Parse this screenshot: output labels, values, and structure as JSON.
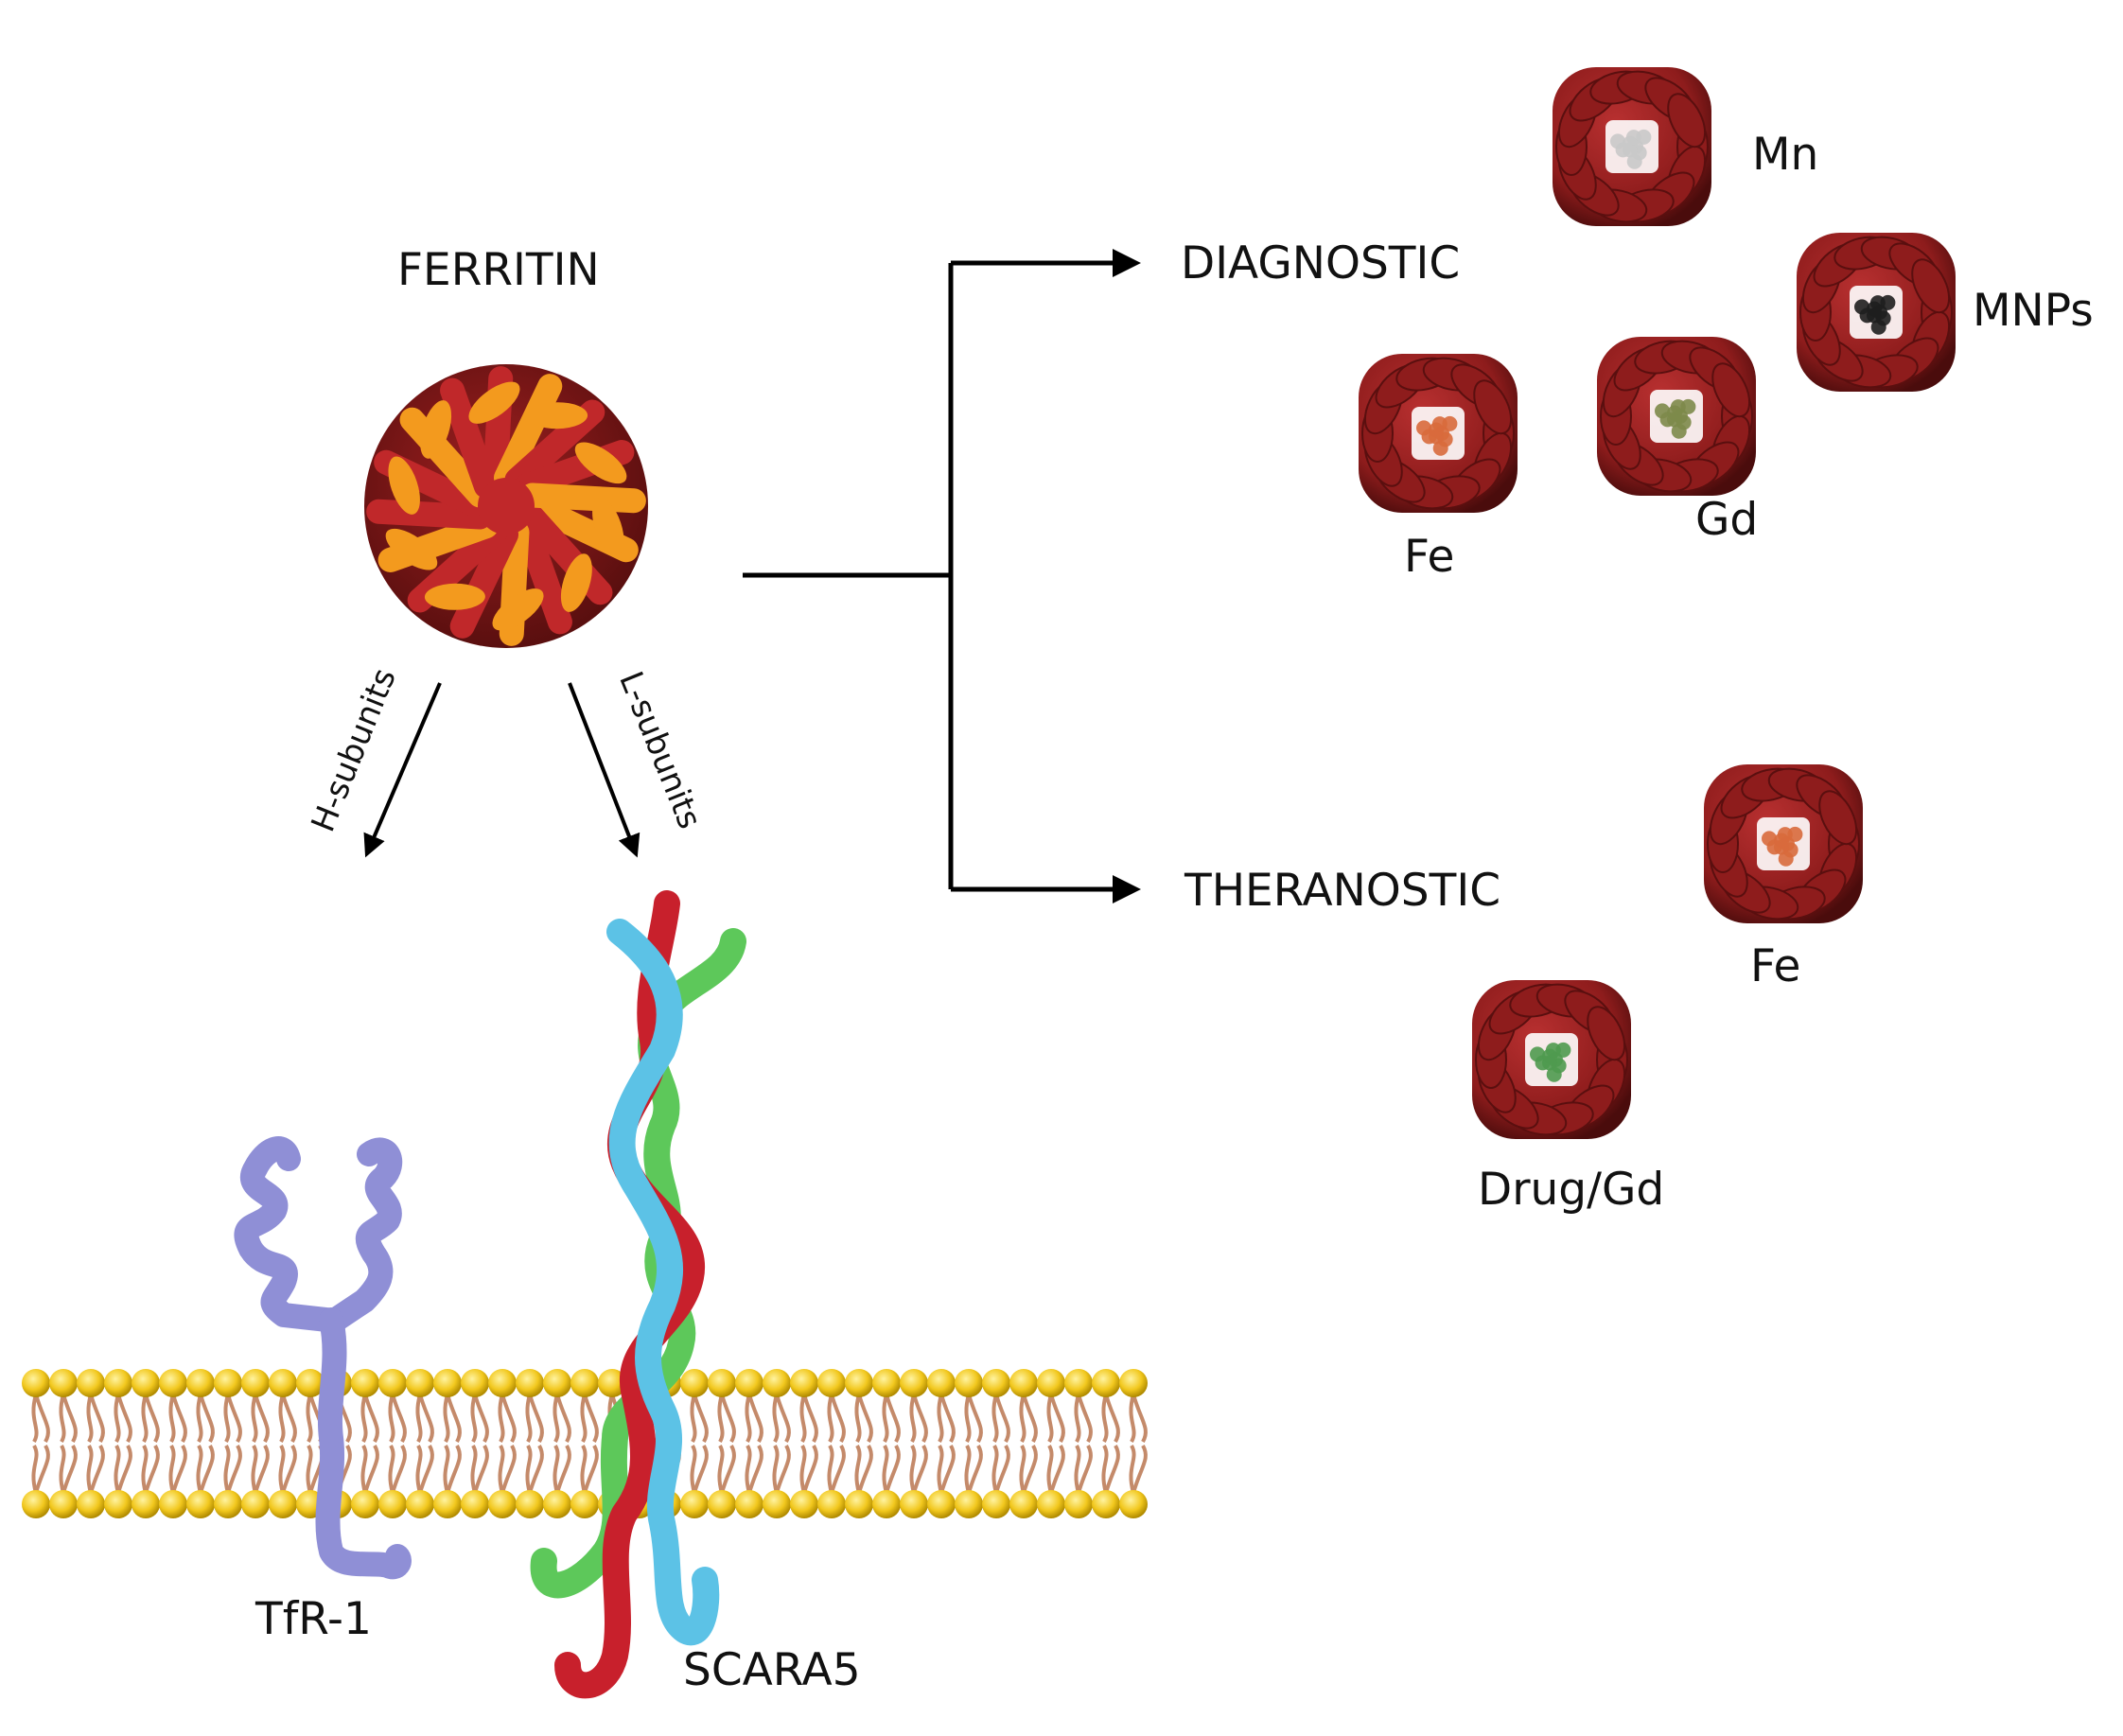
{
  "ferritin": {
    "title": "FERRITIN",
    "h_subunits": "H-subunits",
    "l_subunits": "L-subunits"
  },
  "receptors": {
    "tfr1": "TfR-1",
    "scara5": "SCARA5"
  },
  "branches": {
    "diagnostic": "DIAGNOSTIC",
    "theranostic": "THERANOSTIC"
  },
  "diagnostic_cages": [
    {
      "label": "Mn",
      "core_color": "#c9c9c9"
    },
    {
      "label": "MNPs",
      "core_color": "#1e1e1e"
    },
    {
      "label": "Fe",
      "core_color": "#d86a3c"
    },
    {
      "label": "Gd",
      "core_color": "#7d8a4a"
    }
  ],
  "theranostic_cages": [
    {
      "label": "Fe",
      "core_color": "#d86a3c"
    },
    {
      "label": "Drug/Gd",
      "core_color": "#4f9a4f"
    }
  ],
  "colors": {
    "cage": "#8e1c1c",
    "cage_dark": "#5a0f0f",
    "ferritin_orange": "#f39a1e",
    "ferritin_red": "#c0282a",
    "tfr": "#8f8fd6",
    "helix_red": "#c8202c",
    "helix_green": "#5dc85a",
    "helix_blue": "#5cc2e6",
    "lipid_head": "#f2c81e",
    "lipid_tail": "#c48a6a"
  }
}
